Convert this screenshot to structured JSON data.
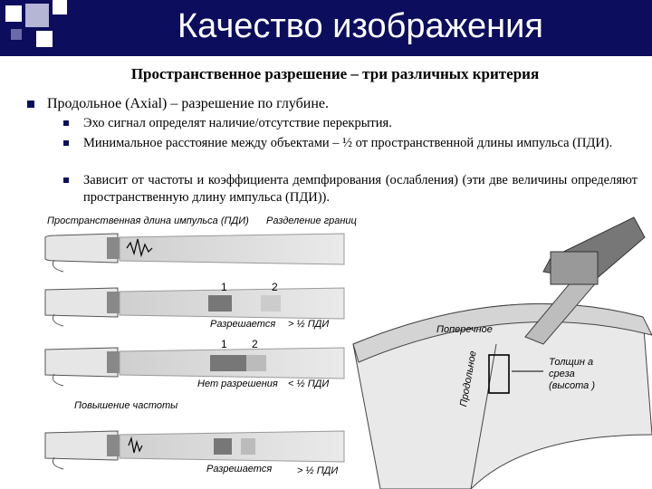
{
  "slide": {
    "title": "Качество изображения",
    "subtitle": "Пространственное разрешение – три различных критерия",
    "bullet": "Продольное (Axial) – разрешение по глубине.",
    "sub_bullets": [
      "Эхо сигнал определят наличие/отсутствие перекрытия.",
      "Минимальное расстояние между объектами – ½ от пространственной длины импульса (ПДИ).",
      "Зависит от частоты и коэффициента демпфирования (ослабления) (эти две величины определяют пространственную длину импульса (ПДИ))."
    ]
  },
  "figure_left": {
    "header_spl": "Пространственная длина импульса (ПДИ)",
    "header_sep": "Разделение границ",
    "num1": "1",
    "num2": "2",
    "resolved_1": "Разрешается",
    "gt_half": "> ½ ПДИ",
    "not_resolved": "Нет разрешения",
    "lt_half": "< ½ ПДИ",
    "freq_increase": "Повышение частоты",
    "resolved_2": "Разрешается",
    "gt_half_2": "> ½ ПДИ"
  },
  "figure_right": {
    "lateral": "Поперечное",
    "axial": "Продольное",
    "slice_thickness": "Толщин а среза (высота )"
  },
  "colors": {
    "brand": "#0d0d5e"
  }
}
